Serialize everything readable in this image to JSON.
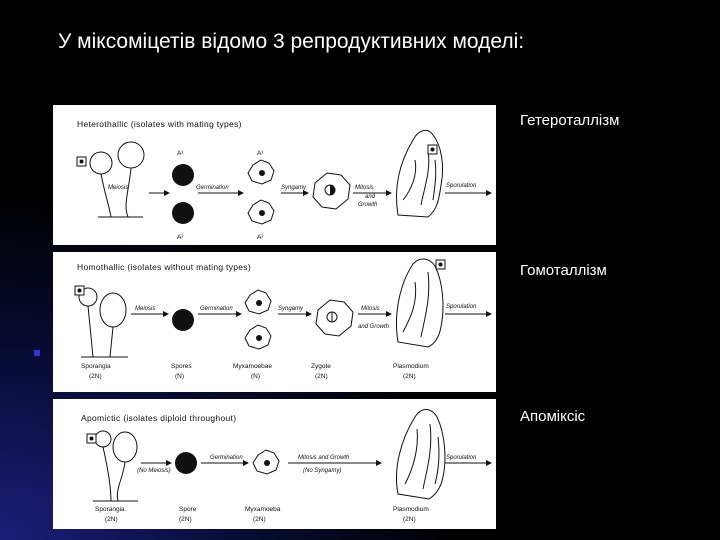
{
  "slide": {
    "title": "У міксоміцетів відомо 3 репродуктивних моделі:",
    "labels": [
      "Гетероталлізм",
      "Гомоталлізм",
      "Апоміксіс"
    ]
  },
  "panels": {
    "heterothallic": {
      "header": "Heterothallic (isolates with mating types)",
      "meiosis": "Meiosis",
      "germination": "Germination",
      "syngamy": "Syngamy",
      "mitosis": "Mitosis",
      "and": "and",
      "growth": "Growth",
      "sporulation": "Sporulation",
      "a1_top": "A¹",
      "a1_amoeba": "A¹",
      "a2_bottom": "A²",
      "a2_amoeba": "A²"
    },
    "homothallic": {
      "header": "Homothallic (isolates without mating types)",
      "meiosis": "Meiosis",
      "germination": "Germination",
      "syngamy": "Syngamy",
      "mitosis": "Mitosis",
      "and_growth": "and Growth",
      "sporulation": "Sporulation",
      "stages": [
        "Sporangia",
        "Spores",
        "Myxamoebae",
        "Zygote",
        "Plasmodium"
      ],
      "ploidy": [
        "(2N)",
        "(N)",
        "(N)",
        "(2N)",
        "(2N)"
      ]
    },
    "apomictic": {
      "header": "Apomictic (isolates diploid throughout)",
      "no_meiosis": "(No Meiosis)",
      "germination": "Germination",
      "mitosis_growth": "Mitosis and Growth",
      "no_syngamy": "(No Syngamy)",
      "sporulation": "Sporulation",
      "stages": [
        "Sporangia",
        "Spore",
        "Myxamoeba",
        "Plasmodium"
      ],
      "ploidy": [
        "(2N)",
        "(2N)",
        "(2N)",
        "(2N)"
      ]
    }
  }
}
